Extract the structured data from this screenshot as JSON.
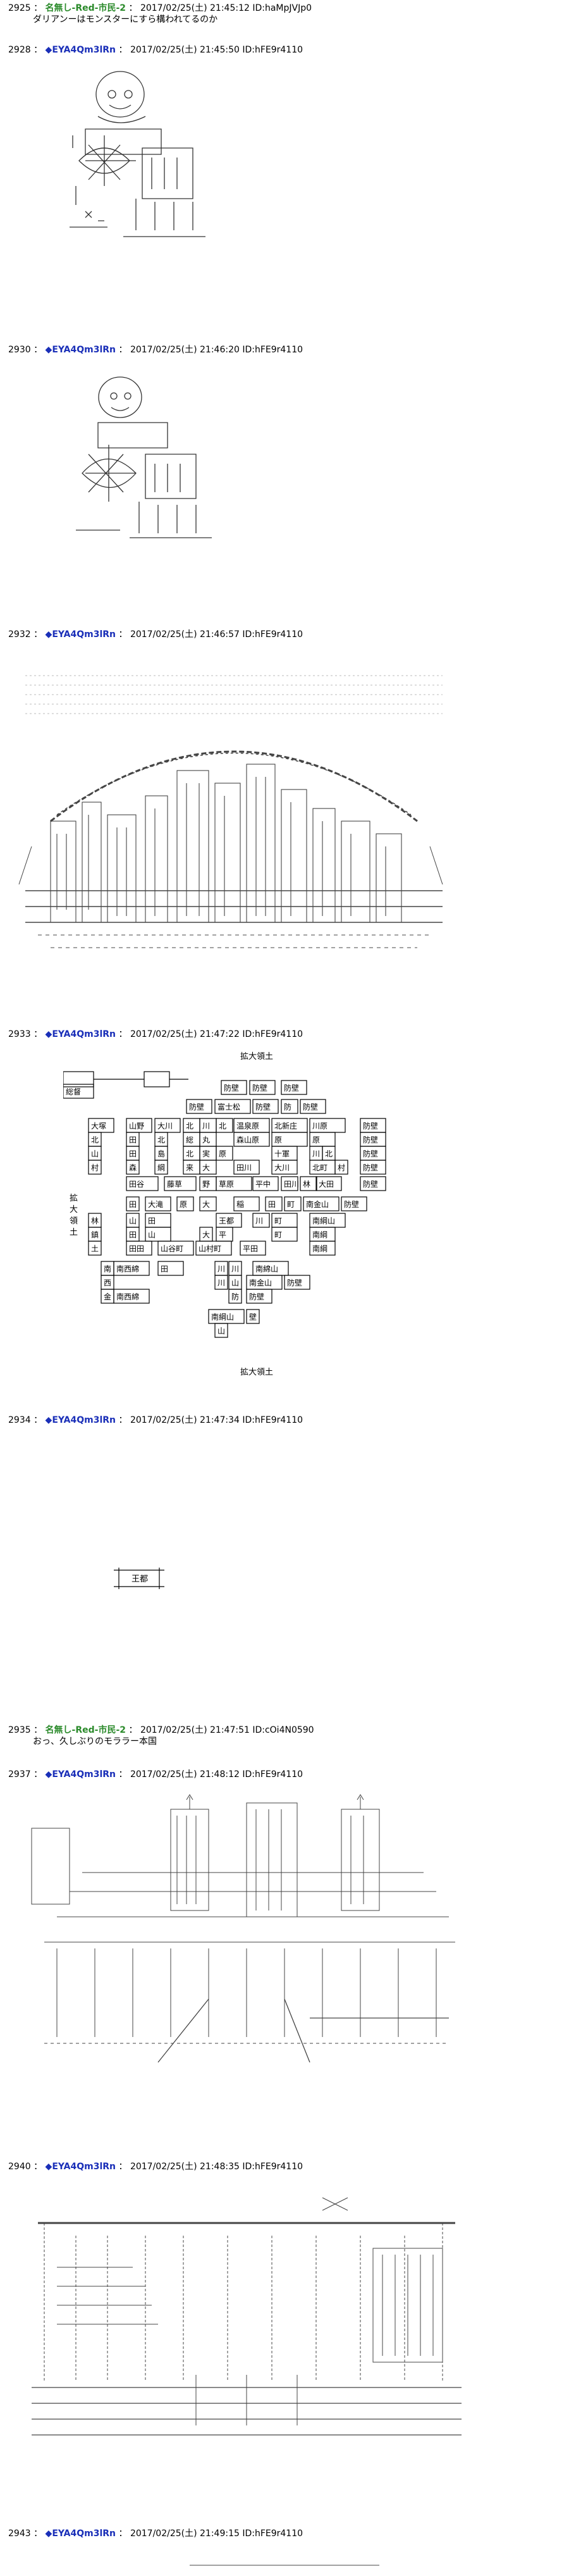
{
  "posts": [
    {
      "number": "2925",
      "name": "名無し-Red-市民-2",
      "name_style": "green",
      "date": "2017/02/25(土) 21:45:12",
      "id": "ID:haMpJVJp0",
      "text": "ダリアンーはモンスターにすら構われてるのか"
    },
    {
      "number": "2928",
      "name": "◆EYA4Qm3lRn",
      "name_style": "blue",
      "date": "2017/02/25(土) 21:45:50",
      "id": "ID:hFE9r4110",
      "text": ""
    },
    {
      "number": "2930",
      "name": "◆EYA4Qm3lRn",
      "name_style": "blue",
      "date": "2017/02/25(土) 21:46:20",
      "id": "ID:hFE9r4110",
      "text": ""
    },
    {
      "number": "2932",
      "name": "◆EYA4Qm3lRn",
      "name_style": "blue",
      "date": "2017/02/25(土) 21:46:57",
      "id": "ID:hFE9r4110",
      "text": ""
    },
    {
      "number": "2933",
      "name": "◆EYA4Qm3lRn",
      "name_style": "blue",
      "date": "2017/02/25(土) 21:47:22",
      "id": "ID:hFE9r4110",
      "text": ""
    },
    {
      "number": "2934",
      "name": "◆EYA4Qm3lRn",
      "name_style": "blue",
      "date": "2017/02/25(土) 21:47:34",
      "id": "ID:hFE9r4110",
      "text": ""
    },
    {
      "number": "2935",
      "name": "名無し-Red-市民-2",
      "name_style": "green",
      "date": "2017/02/25(土) 21:47:51",
      "id": "ID:cOi4N0590",
      "text": "おっ、久しぶりのモララー本国"
    },
    {
      "number": "2937",
      "name": "◆EYA4Qm3lRn",
      "name_style": "blue",
      "date": "2017/02/25(土) 21:48:12",
      "id": "ID:hFE9r4110",
      "text": ""
    },
    {
      "number": "2940",
      "name": "◆EYA4Qm3lRn",
      "name_style": "blue",
      "date": "2017/02/25(土) 21:48:35",
      "id": "ID:hFE9r4110",
      "text": ""
    },
    {
      "number": "2943",
      "name": "◆EYA4Qm3lRn",
      "name_style": "blue",
      "date": "2017/02/25(土) 21:49:15",
      "id": "ID:hFE9r4110",
      "text": ""
    }
  ],
  "header_separator": "：",
  "map": {
    "title_top": "拡大領土",
    "title_bottom": "拡大領土",
    "left_label": "拡大領土",
    "cells": [
      "防壁",
      "防壁",
      "防壁",
      "総督",
      "防壁",
      "富士松",
      "防壁",
      "防",
      "防壁",
      "大塚",
      "山野",
      "大川",
      "北",
      "川",
      "北",
      "温泉原",
      "北新庄",
      "川原",
      "防壁",
      "北",
      "田",
      "北",
      "総",
      "丸",
      "森山原",
      "原",
      "原",
      "防壁",
      "山",
      "田",
      "島",
      "北",
      "実",
      "原",
      "十軍",
      "川",
      "北",
      "防壁",
      "村",
      "森",
      "綱",
      "来",
      "大",
      "田川",
      "大川",
      "北町",
      "村",
      "防壁",
      "田谷",
      "藤草",
      "野",
      "草原",
      "平中",
      "田川",
      "林",
      "大田",
      "防壁",
      "田",
      "大滝",
      "原",
      "大",
      "稲",
      "田",
      "町",
      "南金山",
      "防壁",
      "林",
      "山",
      "田",
      "王都",
      "川",
      "町",
      "南綱山",
      "鎮",
      "田",
      "山",
      "大",
      "平",
      "町",
      "南綱",
      "土",
      "田田",
      "山谷町",
      "山村町",
      "平田",
      "南綱",
      "南",
      "南西綿",
      "田",
      "川",
      "川",
      "南綿山",
      "西",
      "川",
      "山",
      "南金山",
      "防壁",
      "金",
      "南西綿",
      "防",
      "防壁",
      "南綱山",
      "壁",
      "山"
    ]
  },
  "capital_box_label": "王都"
}
